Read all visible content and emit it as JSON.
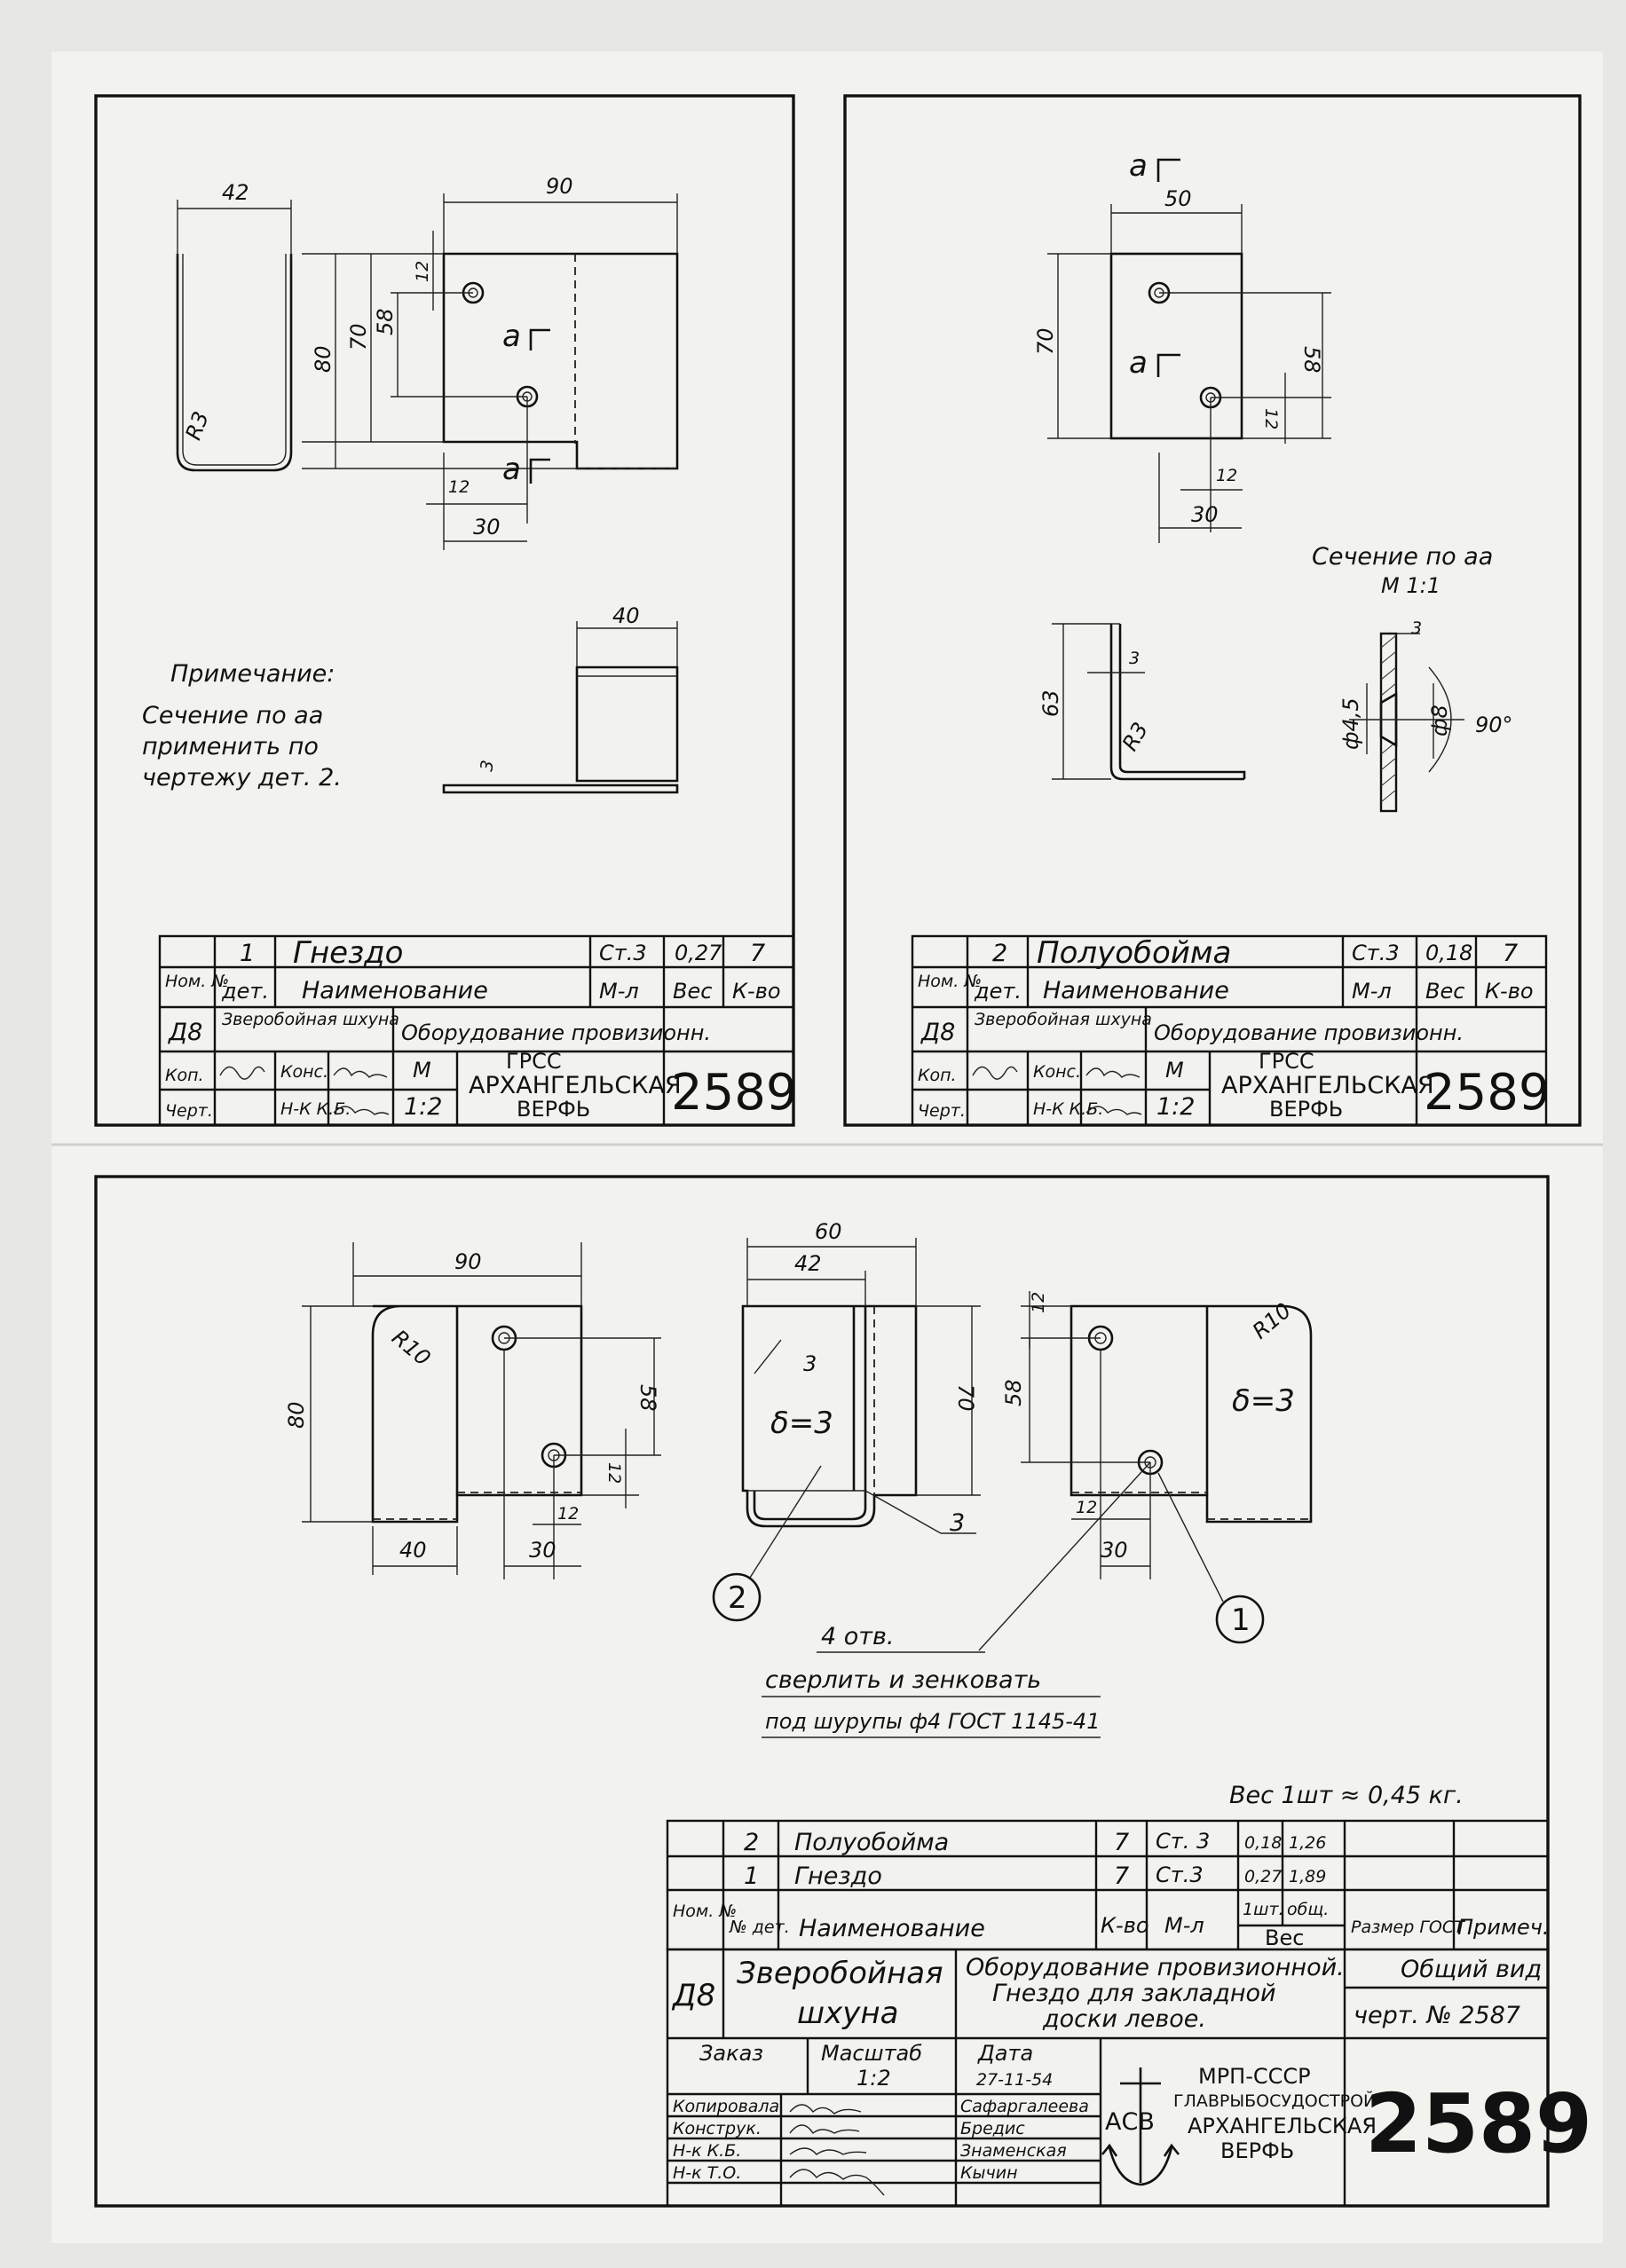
{
  "sheet_number": "2589",
  "top_left": {
    "dims": {
      "d42": "42",
      "d90": "90",
      "d80": "80",
      "d70": "70",
      "d58": "58",
      "d12a": "12",
      "d12b": "12",
      "d30": "30",
      "r3": "R3",
      "d40": "40",
      "d3": "3"
    },
    "section_mark_top": "а",
    "section_mark_bottom": "а",
    "note_title": "Примечание:",
    "note_lines": [
      "Сечение по аа",
      "применить по",
      "чертежу дет. 2."
    ],
    "title_block": {
      "pos": "1",
      "name": "Гнездо",
      "material": "Ст.3",
      "weight": "0,27",
      "qty": "7",
      "h_nom": "Ном. №",
      "h_det": "дет.",
      "h_name": "Наименование",
      "h_mat": "М-л",
      "h_weight": "Вес",
      "h_qty": "К-во",
      "code": "Д8",
      "vessel": "Зверобойная шхуна",
      "equipment": "Оборудование провизионн.",
      "kop": "Коп.",
      "kons": "Конс.",
      "chert": "Черт.",
      "nk": "Н-К К.Б.",
      "m": "М",
      "scale": "1:2",
      "org": [
        "ГРСС",
        "АРХАНГЕЛЬСКАЯ",
        "ВЕРФЬ"
      ],
      "number": "2589"
    }
  },
  "top_right": {
    "section_mark_top": "а",
    "section_mark_mid": "а",
    "dims": {
      "d50": "50",
      "d70": "70",
      "d58": "58",
      "d12a": "12",
      "d12b": "12",
      "d30": "30",
      "d63": "63",
      "d3": "3",
      "r3": "R3"
    },
    "section_title": "Сечение по аа",
    "section_scale": "М 1:1",
    "section_dims": {
      "d3": "3",
      "d45": "ф4,5",
      "d8": "ф8",
      "angle": "90°"
    },
    "title_block": {
      "pos": "2",
      "name": "Полуобойма",
      "material": "Ст.3",
      "weight": "0,18",
      "qty": "7",
      "h_nom": "Ном. №",
      "h_det": "дет.",
      "h_name": "Наименование",
      "h_mat": "М-л",
      "h_weight": "Вес",
      "h_qty": "К-во",
      "code": "Д8",
      "vessel": "Зверобойная шхуна",
      "equipment": "Оборудование провизионн.",
      "kop": "Коп.",
      "kons": "Конс.",
      "chert": "Черт.",
      "nk": "Н-К К.Б.",
      "m": "М",
      "scale": "1:2",
      "org": [
        "ГРСС",
        "АРХАНГЕЛЬСКАЯ",
        "ВЕРФЬ"
      ],
      "number": "2589"
    }
  },
  "bottom": {
    "dims_left": {
      "d90": "90",
      "d80": "80",
      "r10": "R10",
      "d58": "58",
      "d12a": "12",
      "d12b": "12",
      "d40": "40",
      "d30": "30"
    },
    "dims_mid": {
      "d60": "60",
      "d42": "42",
      "d70": "70",
      "d3a": "3",
      "d3b": "3",
      "delta": "δ=3"
    },
    "dims_right": {
      "d12a": "12",
      "d58": "58",
      "r10": "R10",
      "delta": "δ=3",
      "d12b": "12",
      "d30": "30"
    },
    "callout_2": "2",
    "callout_1": "1",
    "holes_note": [
      "4 отв.",
      "сверлить и зенковать",
      "под шурупы ф4 ГОСТ 1145-41"
    ],
    "weight_note": "Вес 1шт ≈ 0,45 кг.",
    "table": {
      "rows": [
        {
          "pos": "2",
          "name": "Полуобойма",
          "qty": "7",
          "mat": "Ст. 3",
          "w1": "0,18",
          "w2": "1,26"
        },
        {
          "pos": "1",
          "name": "Гнездо",
          "qty": "7",
          "mat": "Ст.3",
          "w1": "0,27",
          "w2": "1,89"
        }
      ],
      "h_nom": "Ном. №",
      "h_det": "№ дет.",
      "h_name": "Наименование",
      "h_qty": "К-во",
      "h_mat": "М-л",
      "h_w1": "1шт.",
      "h_w2": "общ.",
      "h_weight": "Вес",
      "h_size": "Размер ГОСТ",
      "h_note": "Примеч."
    },
    "code": "Д8",
    "vessel": [
      "Зверобойная",
      "шхуна"
    ],
    "title": [
      "Оборудование провизионной.",
      "Гнездо для закладной",
      "доски левое."
    ],
    "view": "Общий вид",
    "drawing_ref": "черт. № 2587",
    "order_label": "Заказ",
    "scale_label": "Масштаб",
    "scale": "1:2",
    "date_label": "Дата",
    "date": "27-11-54",
    "roles": [
      "Копировала",
      "Конструк.",
      "Н-к К.Б.",
      "Н-к Т.О."
    ],
    "people": [
      "Сафаргалеева",
      "Бредис",
      "Знаменская",
      "Кычин"
    ],
    "ministry": [
      "МРП-СССР",
      "ГЛАВРЫБОСУДОСТРОЙ",
      "АРХАНГЕЛЬСКАЯ",
      "ВЕРФЬ"
    ],
    "logo": "АСВ",
    "number": "2589"
  }
}
